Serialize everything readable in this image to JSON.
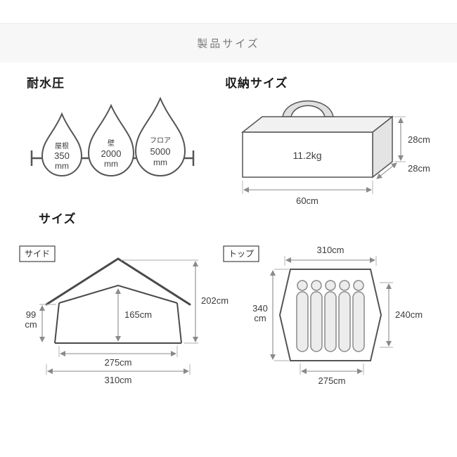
{
  "page": {
    "title": "製品サイズ"
  },
  "water_resistance": {
    "heading": "耐水圧",
    "drops": [
      {
        "label": "屋根",
        "value": "350",
        "unit": "mm"
      },
      {
        "label": "壁",
        "value": "2000",
        "unit": "mm"
      },
      {
        "label": "フロア",
        "value": "5000",
        "unit": "mm"
      }
    ]
  },
  "storage": {
    "heading": "収納サイズ",
    "weight": "11.2kg",
    "height": "28cm",
    "depth": "28cm",
    "width": "60cm"
  },
  "size": {
    "heading": "サイズ",
    "side": {
      "label": "サイド",
      "peak_height": "202cm",
      "center_height": "165cm",
      "wall_height_value": "99",
      "wall_height_unit": "cm",
      "inner_width": "275cm",
      "total_width": "310cm"
    },
    "top": {
      "label": "トップ",
      "width": "310cm",
      "length_value": "340",
      "length_unit": "cm",
      "inner_length": "240cm",
      "inner_width": "275cm"
    }
  }
}
